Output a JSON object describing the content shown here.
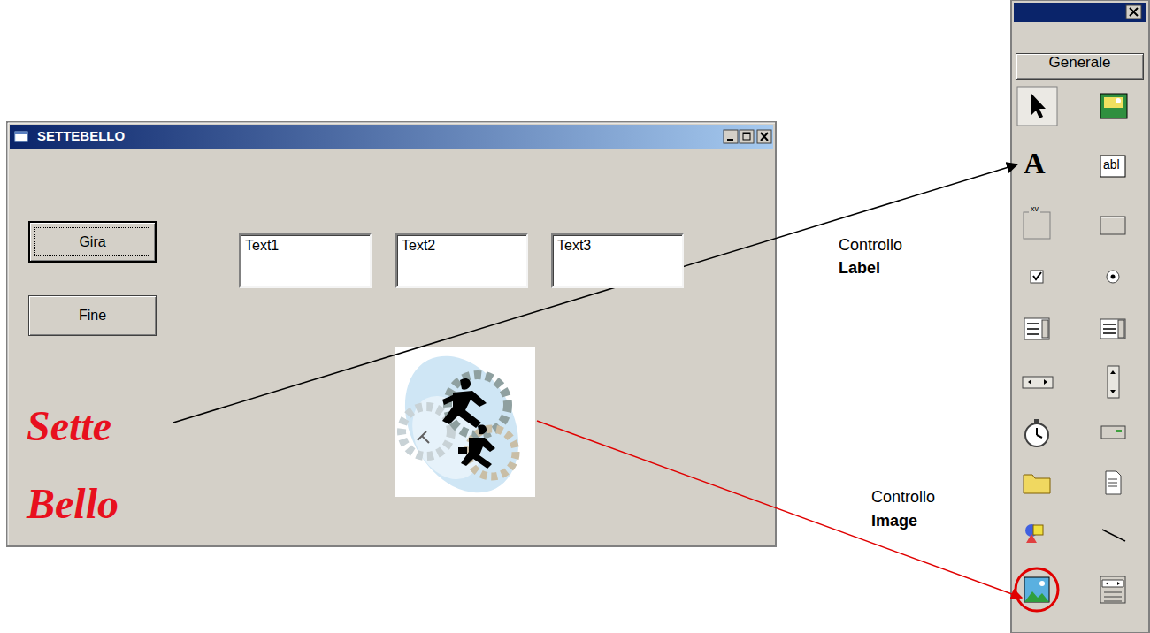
{
  "diagram": {
    "nodes": [
      {
        "text": [
          "SETTEBELLO"
        ]
      },
      {
        "text": [
          "Gira"
        ],
        "in": 0
      },
      {
        "text": [
          "Fine"
        ],
        "in": 0
      },
      {
        "text": [
          "Text1"
        ],
        "in": 0
      },
      {
        "text": [
          "Text2"
        ],
        "in": 0
      },
      {
        "text": [
          "Text3"
        ],
        "in": 0
      },
      {
        "text": [
          "Sette Bello"
        ],
        "in": 0
      },
      {
        "text": [
          "Generale"
        ]
      }
    ],
    "labels": [
      "A",
      "abl",
      "xv",
      "Controllo",
      "Label",
      "Controllo",
      "Image"
    ]
  }
}
